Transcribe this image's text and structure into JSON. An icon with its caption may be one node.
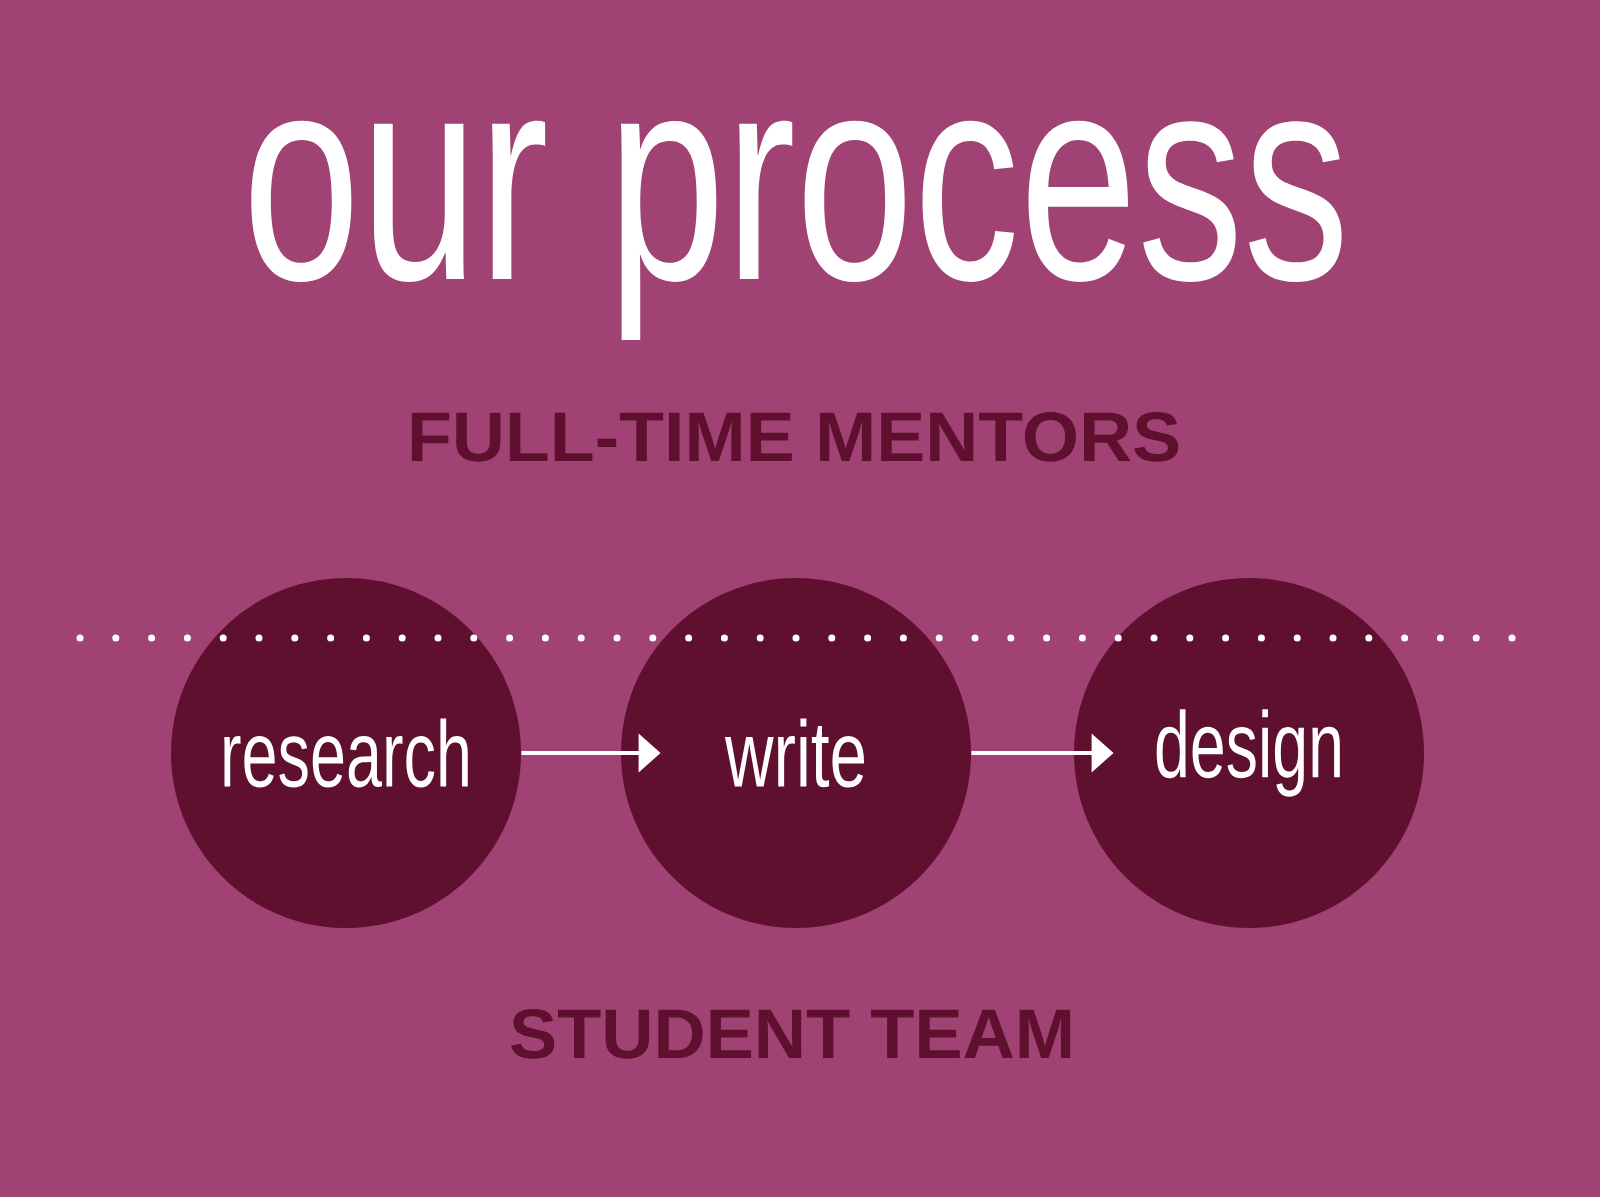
{
  "diagram": {
    "title": "our process",
    "nodes": [
      {
        "text": [
          "research"
        ]
      },
      {
        "text": [
          "write"
        ]
      },
      {
        "text": [
          "design"
        ]
      }
    ],
    "edges": [
      {
        "from": 0,
        "to": 1,
        "arrow": "to"
      },
      {
        "from": 1,
        "to": 2,
        "arrow": "to"
      }
    ],
    "labels": [
      "FULL-TIME MENTORS",
      "STUDENT TEAM"
    ]
  }
}
